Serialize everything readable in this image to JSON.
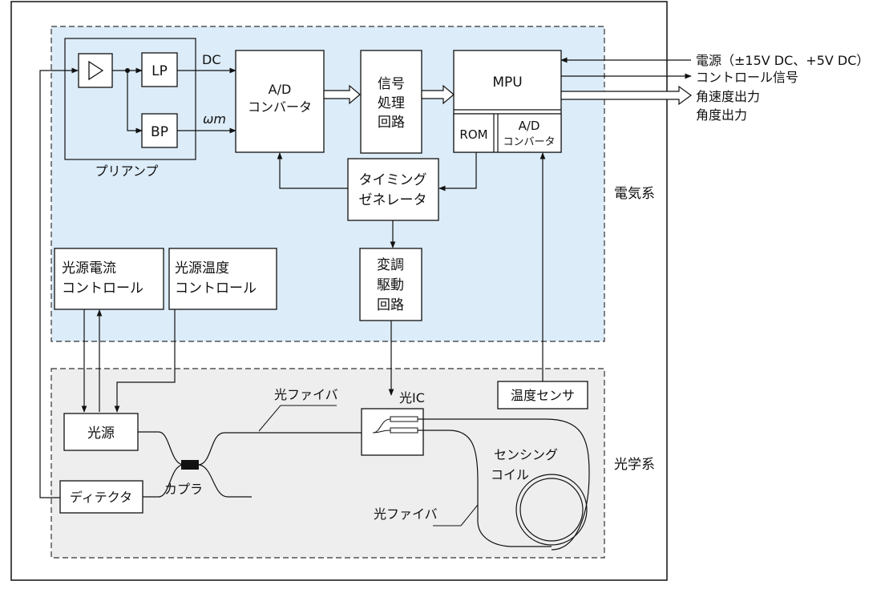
{
  "preamp": {
    "label": "プリアンプ",
    "lp": "LP",
    "bp": "BP",
    "dc": "DC",
    "omega": "ωm"
  },
  "adc": {
    "line1": "A/D",
    "line2": "コンバータ"
  },
  "signal_proc": {
    "line1": "信号",
    "line2": "処理",
    "line3": "回路"
  },
  "mpu": {
    "title": "MPU",
    "rom": "ROM",
    "adc_line1": "A/D",
    "adc_line2": "コンバータ"
  },
  "timing": {
    "line1": "タイミング",
    "line2": "ゼネレータ"
  },
  "modulation": {
    "line1": "変調",
    "line2": "駆動",
    "line3": "回路"
  },
  "light_current": {
    "line1": "光源電流",
    "line2": "コントロール"
  },
  "light_temp": {
    "line1": "光源温度",
    "line2": "コントロール"
  },
  "outputs": {
    "power": "電源（±15V DC、+5V DC）",
    "control": "コントロール信号",
    "angular_velocity": "角速度出力",
    "angle": "角度出力"
  },
  "sections": {
    "electrical": "電気系",
    "optical": "光学系"
  },
  "optical": {
    "light_source": "光源",
    "detector": "ディテクタ",
    "coupler": "カプラ",
    "fiber_top": "光ファイバ",
    "fiber_bottom": "光ファイバ",
    "optical_ic": "光IC",
    "temp_sensor": "温度センサ",
    "coil_line1": "センシング",
    "coil_line2": "コイル"
  },
  "colors": {
    "electrical_bg": "#dcecf8",
    "optical_bg": "#eeeeee",
    "line": "#111111"
  }
}
